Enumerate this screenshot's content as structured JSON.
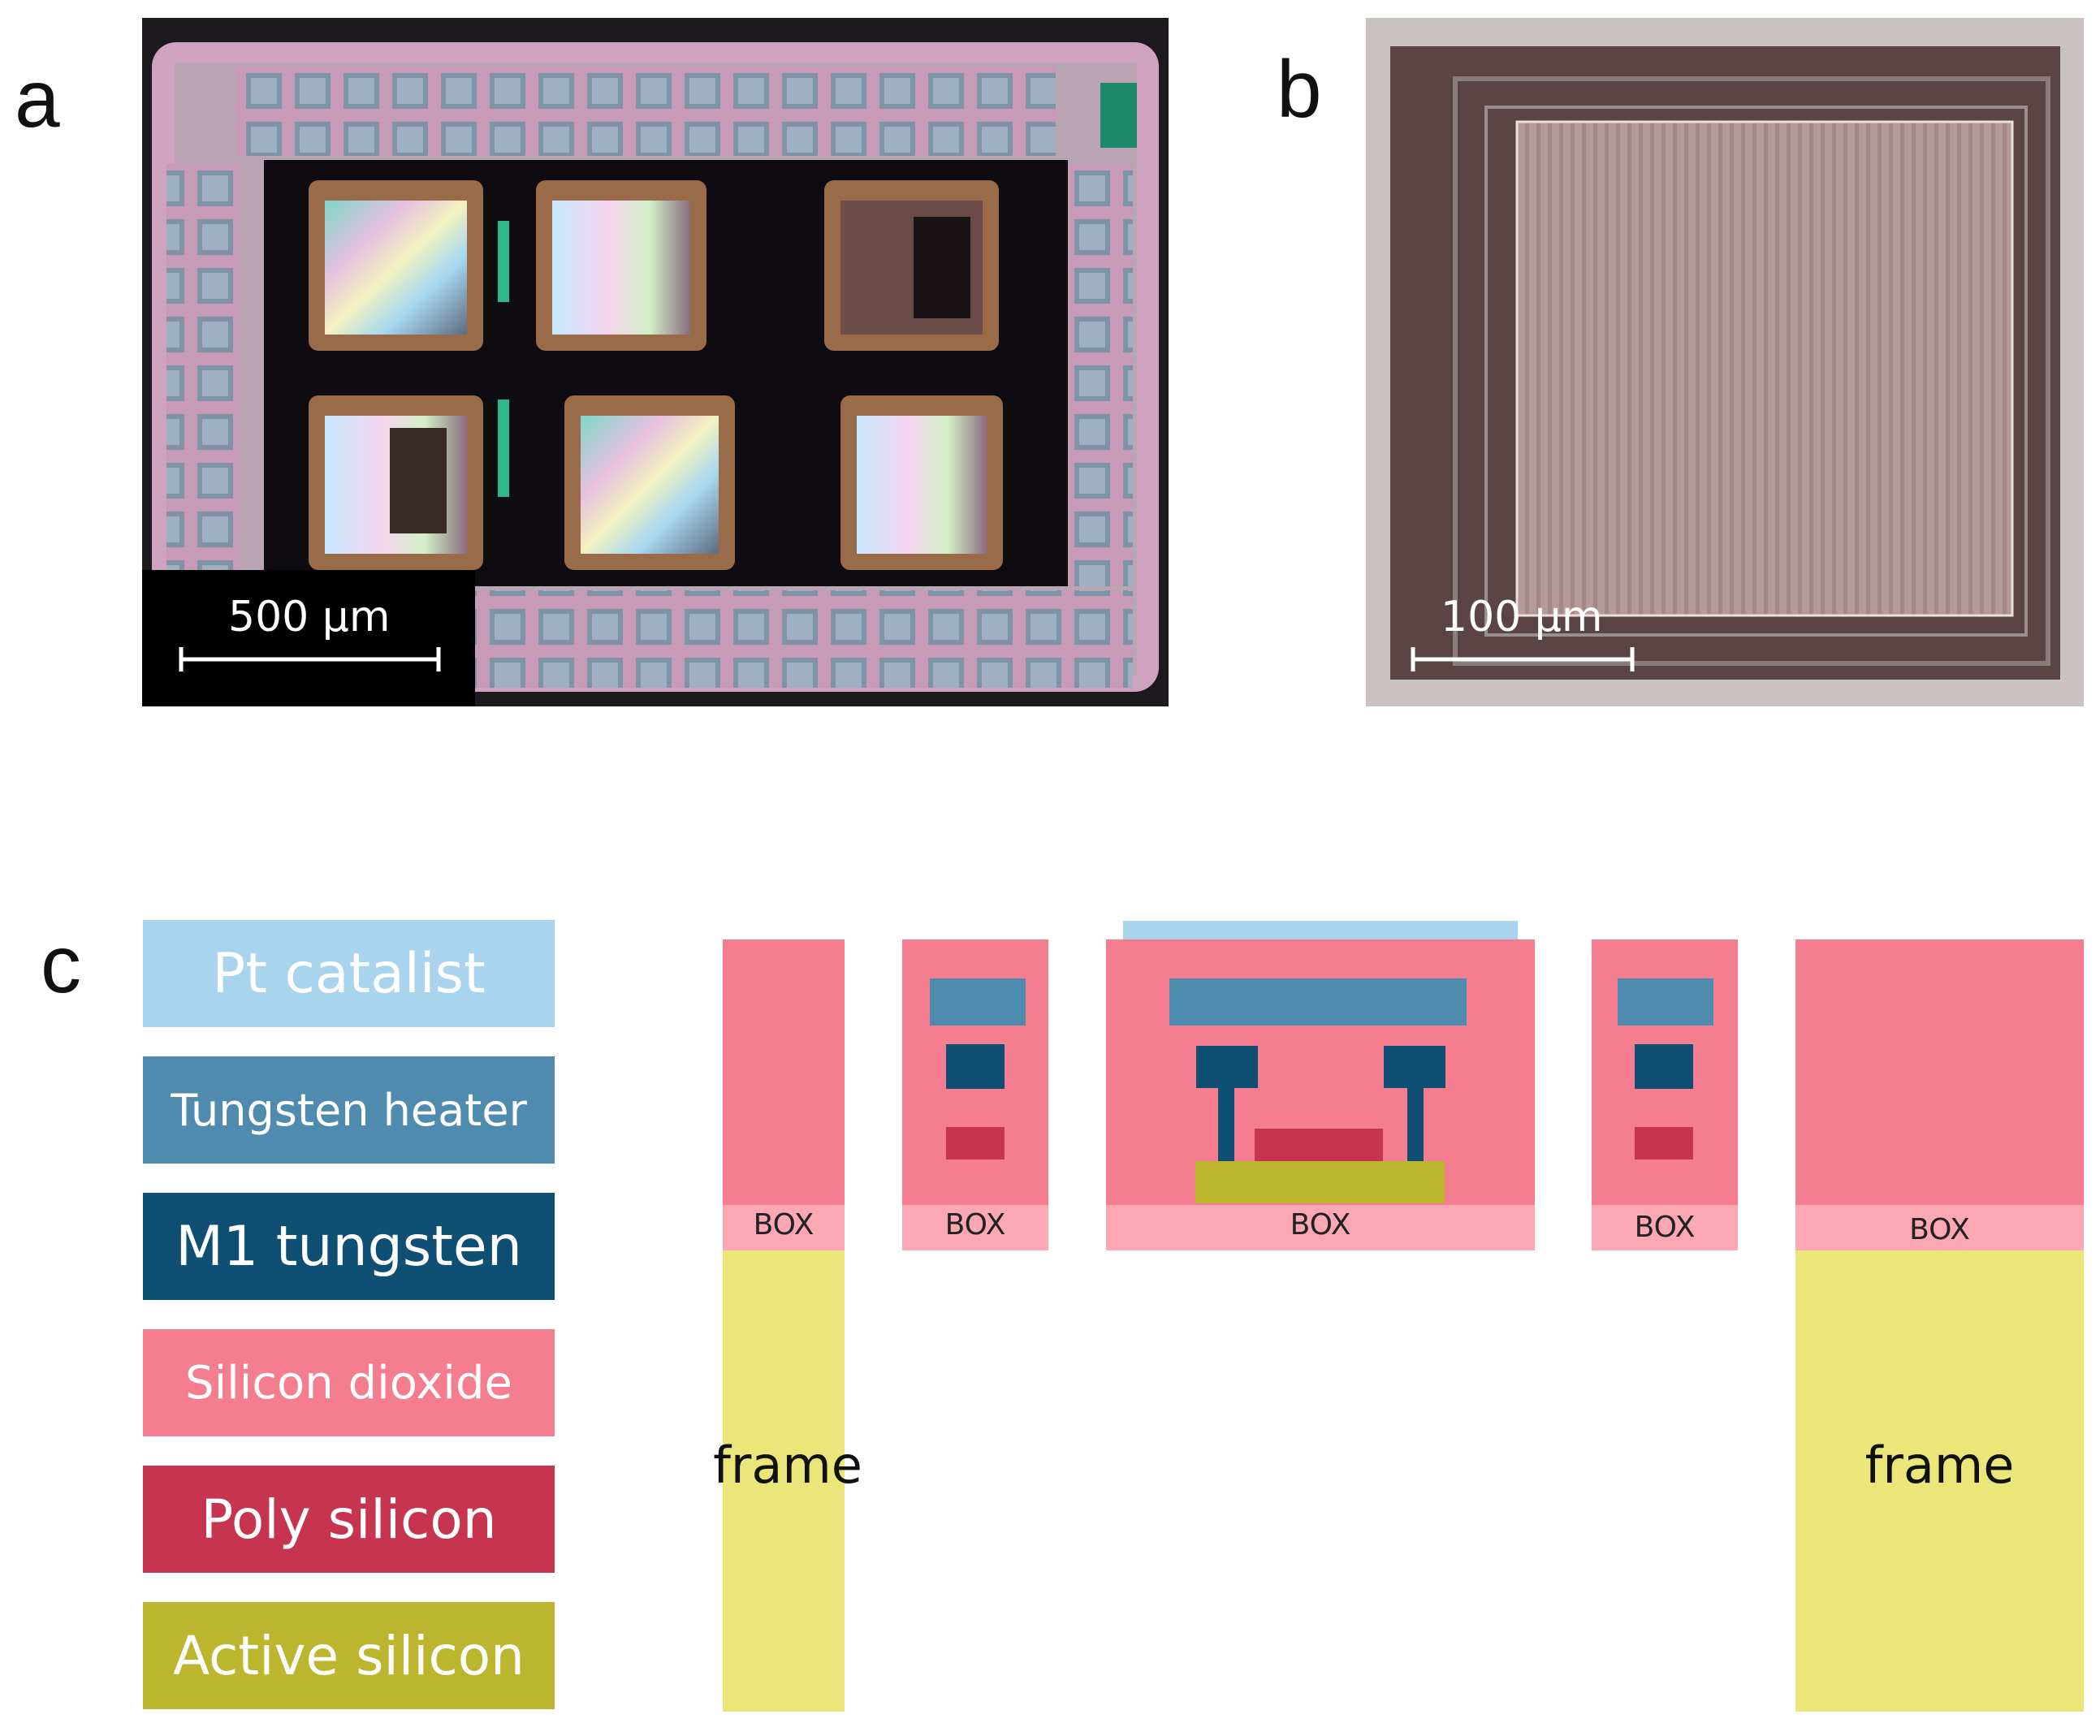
{
  "panels": {
    "a": {
      "letter": "a",
      "scale_label": "500 µm"
    },
    "b": {
      "letter": "b",
      "scale_label": "100 µm"
    },
    "c": {
      "letter": "c"
    }
  },
  "legend": [
    {
      "label": "Pt catalist",
      "color": "#a8d4ee"
    },
    {
      "label": "Tungsten heater",
      "color": "#4f8bae"
    },
    {
      "label": "M1 tungsten",
      "color": "#0f4f74"
    },
    {
      "label": "Silicon dioxide",
      "color": "#f47d8f"
    },
    {
      "label": "Poly silicon",
      "color": "#c7344f"
    },
    {
      "label": "Active silicon",
      "color": "#bbb62d"
    }
  ],
  "cross_section": {
    "box_labels": [
      "BOX",
      "BOX",
      "BOX",
      "BOX",
      "BOX"
    ],
    "frame_labels": [
      "frame",
      "frame"
    ],
    "colors": {
      "box": "#fba7b4",
      "frame": "#ebe67a"
    }
  }
}
